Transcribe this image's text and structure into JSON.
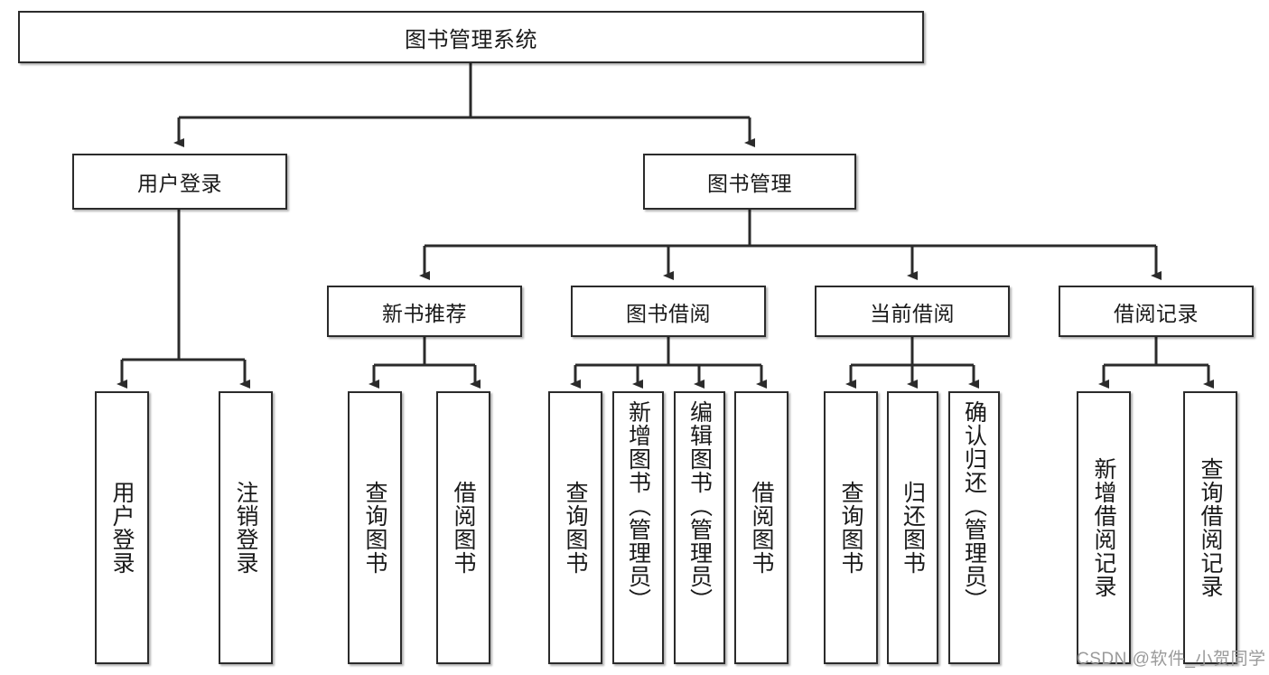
{
  "diagram": {
    "type": "tree-hierarchy",
    "title": "图书管理系统",
    "root": {
      "id": "root",
      "label": "图书管理系统"
    },
    "level2": [
      {
        "id": "user-login",
        "label": "用户登录"
      },
      {
        "id": "book-management",
        "label": "图书管理"
      }
    ],
    "level3": [
      {
        "id": "new-book-recommend",
        "label": "新书推荐",
        "parent": "book-management"
      },
      {
        "id": "book-borrow",
        "label": "图书借阅",
        "parent": "book-management"
      },
      {
        "id": "current-borrow",
        "label": "当前借阅",
        "parent": "book-management"
      },
      {
        "id": "borrow-record",
        "label": "借阅记录",
        "parent": "book-management"
      }
    ],
    "leaves": [
      {
        "id": "leaf-user-login",
        "label": "用户登录",
        "parent": "user-login"
      },
      {
        "id": "leaf-user-logout",
        "label": "注销登录",
        "parent": "user-login"
      },
      {
        "id": "leaf-query-book-1",
        "label": "查询图书",
        "parent": "new-book-recommend"
      },
      {
        "id": "leaf-borrow-book-1",
        "label": "借阅图书",
        "parent": "new-book-recommend"
      },
      {
        "id": "leaf-query-book-2",
        "label": "查询图书",
        "parent": "book-borrow"
      },
      {
        "id": "leaf-add-book",
        "label": "新增图书（管理员）",
        "parent": "book-borrow"
      },
      {
        "id": "leaf-edit-book",
        "label": "编辑图书（管理员）",
        "parent": "book-borrow"
      },
      {
        "id": "leaf-borrow-book-2",
        "label": "借阅图书",
        "parent": "book-borrow"
      },
      {
        "id": "leaf-query-book-3",
        "label": "查询图书",
        "parent": "current-borrow"
      },
      {
        "id": "leaf-return-book",
        "label": "归还图书",
        "parent": "current-borrow"
      },
      {
        "id": "leaf-confirm-return",
        "label": "确认归还（管理员）",
        "parent": "current-borrow"
      },
      {
        "id": "leaf-add-record",
        "label": "新增借阅记录",
        "parent": "borrow-record"
      },
      {
        "id": "leaf-query-record",
        "label": "查询借阅记录",
        "parent": "borrow-record"
      }
    ],
    "watermark": "CSDN @软件_小贺同学",
    "colors": {
      "stroke": "#2b2b2b",
      "fill": "#ffffff",
      "text": "#1a1a1a",
      "watermark": "#9a9a9a"
    }
  }
}
